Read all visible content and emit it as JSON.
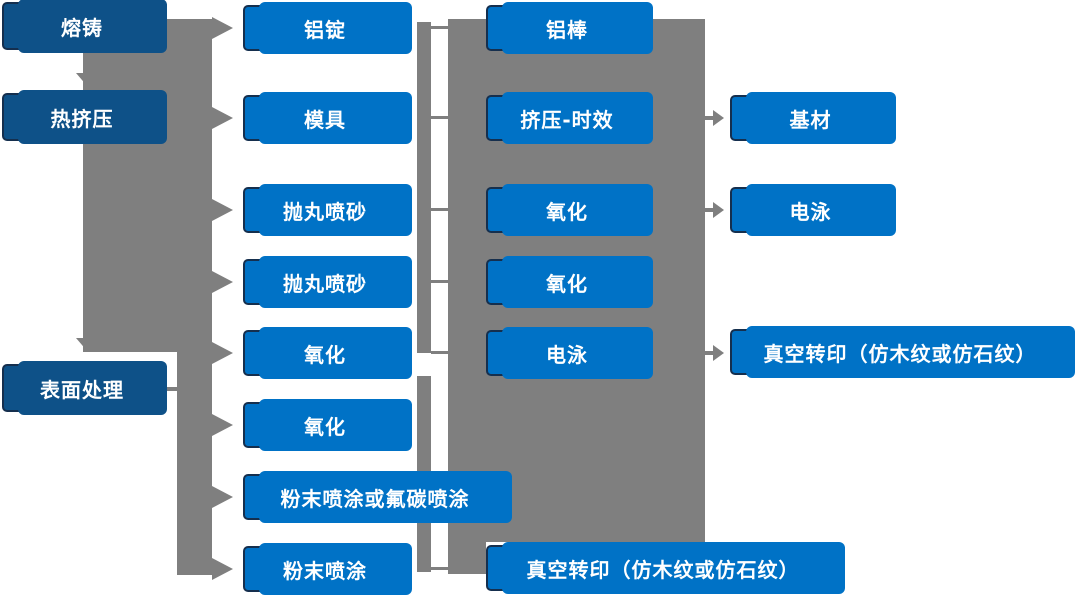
{
  "colors": {
    "box_dark": "#0e5188",
    "box_blue": "#0072c6",
    "border_navy": "#152f4e",
    "connector_gray": "#7f7f7f",
    "text_white": "#ffffff"
  },
  "nodes": {
    "rongzhu": {
      "label": "熔铸"
    },
    "rejiya": {
      "label": "热挤压"
    },
    "biaomian": {
      "label": "表面处理"
    },
    "lvding": {
      "label": "铝锭"
    },
    "muju": {
      "label": "模具"
    },
    "paowan1": {
      "label": "抛丸喷砂"
    },
    "paowan2": {
      "label": "抛丸喷砂"
    },
    "yanghua1": {
      "label": "氧化"
    },
    "yanghua2": {
      "label": "氧化"
    },
    "fenmo_futan": {
      "label": "粉末喷涂或氟碳喷涂"
    },
    "fenmo": {
      "label": "粉末喷涂"
    },
    "lvbang": {
      "label": "铝棒"
    },
    "jiya_shixiao": {
      "label": "挤压-时效"
    },
    "yanghua3": {
      "label": "氧化"
    },
    "yanghua4": {
      "label": "氧化"
    },
    "dianyong1": {
      "label": "电泳"
    },
    "zhenkong_bottom": {
      "label": "真空转印（仿木纹或仿石纹）"
    },
    "jicai": {
      "label": "基材"
    },
    "dianyong2": {
      "label": "电泳"
    },
    "zhenkong_right": {
      "label": "真空转印（仿木纹或仿石纹）"
    }
  },
  "edges": [
    {
      "from": "rongzhu",
      "to": "rejiya",
      "type": "down-arrow"
    },
    {
      "from": "rejiya",
      "to": "biaomian",
      "type": "down-arrow"
    },
    {
      "from": "left-bus",
      "to": "lvding",
      "type": "right-arrow"
    },
    {
      "from": "left-bus",
      "to": "muju",
      "type": "right-arrow"
    },
    {
      "from": "left-bus",
      "to": "paowan1",
      "type": "right-arrow"
    },
    {
      "from": "left-bus",
      "to": "paowan2",
      "type": "right-arrow"
    },
    {
      "from": "left-bus",
      "to": "yanghua1",
      "type": "right-arrow"
    },
    {
      "from": "left-bus",
      "to": "yanghua2",
      "type": "right-arrow"
    },
    {
      "from": "left-bus",
      "to": "fenmo_futan",
      "type": "right-arrow"
    },
    {
      "from": "left-bus",
      "to": "fenmo",
      "type": "right-arrow"
    },
    {
      "from": "mid-bus",
      "to": "main-block",
      "type": "stub"
    },
    {
      "from": "jiya_shixiao",
      "to": "jicai",
      "type": "right-arrow"
    },
    {
      "from": "yanghua3",
      "to": "dianyong2",
      "type": "right-arrow"
    },
    {
      "from": "dianyong1",
      "to": "zhenkong_right",
      "type": "right-arrow"
    },
    {
      "from": "main-block",
      "to": "zhenkong_bottom",
      "type": "stub"
    }
  ]
}
